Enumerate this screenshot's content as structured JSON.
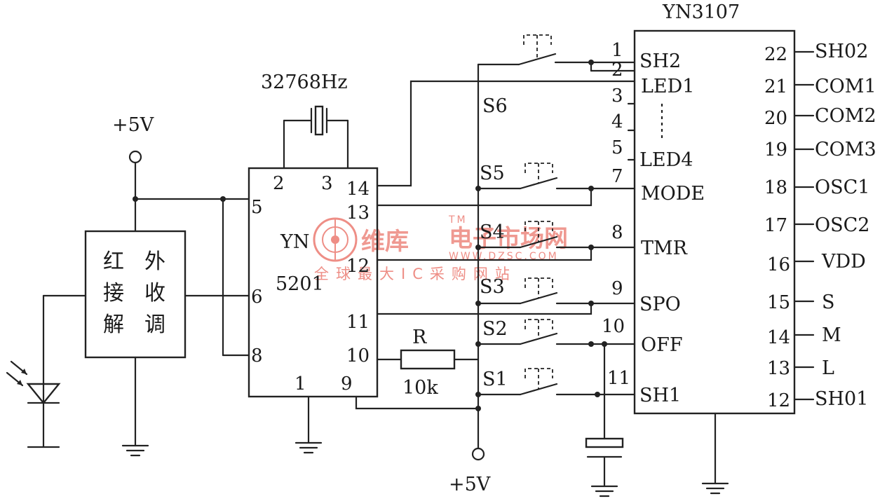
{
  "chips": {
    "u1_name": "YN",
    "u1_number": "5201",
    "u2_name": "YN3107"
  },
  "crystal": {
    "freq": "32768Hz"
  },
  "power": {
    "top": "+5V",
    "bottom": "+5V"
  },
  "ir_module": {
    "label_chars": [
      "红",
      "外",
      "接",
      "收",
      "解",
      "调"
    ]
  },
  "resistor": {
    "name": "R",
    "value": "10k"
  },
  "switches": [
    "S6",
    "S5",
    "S4",
    "S3",
    "S2",
    "S1"
  ],
  "u1_pins": [
    "2",
    "3",
    "5",
    "14",
    "13",
    "12",
    "6",
    "11",
    "8",
    "10",
    "1",
    "9"
  ],
  "u2_left_pins": [
    {
      "num": "1",
      "name": "SH2"
    },
    {
      "num": "2",
      "name": "LED1"
    },
    {
      "num": "3",
      "name": ""
    },
    {
      "num": "4",
      "name": ""
    },
    {
      "num": "5",
      "name": "LED4"
    },
    {
      "num": "7",
      "name": "MODE"
    },
    {
      "num": "8",
      "name": "TMR"
    },
    {
      "num": "9",
      "name": "SPO"
    },
    {
      "num": "10",
      "name": "OFF"
    },
    {
      "num": "11",
      "name": "SH1"
    }
  ],
  "u2_right_pins": [
    {
      "num": "22",
      "name": "SH02"
    },
    {
      "num": "21",
      "name": "COM1"
    },
    {
      "num": "20",
      "name": "COM2"
    },
    {
      "num": "19",
      "name": "COM3"
    },
    {
      "num": "18",
      "name": "OSC1"
    },
    {
      "num": "17",
      "name": "OSC2"
    },
    {
      "num": "16",
      "name": "VDD"
    },
    {
      "num": "15",
      "name": "S"
    },
    {
      "num": "14",
      "name": "M"
    },
    {
      "num": "13",
      "name": "L"
    },
    {
      "num": "12",
      "name": "SH01"
    }
  ],
  "watermark": {
    "logo_text": "维库",
    "tm": "TM",
    "title": "电子市场网",
    "url": "WWW.DZSC.COM",
    "subtitle": "全球最大IC采购网站"
  }
}
